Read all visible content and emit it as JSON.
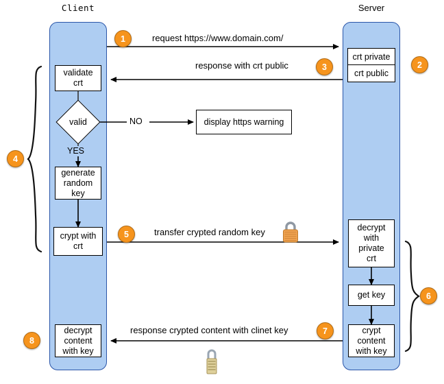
{
  "diagram": {
    "title": "HTTPS / TLS handshake sequence diagram",
    "colors": {
      "lifeline_fill": "#aecdf2",
      "lifeline_border": "#2a55a8",
      "badge_fill": "#f6941d",
      "box_fill": "#ffffff",
      "line": "#000000",
      "lock_body": "#eda04a",
      "lock_body_2": "#d9c88a",
      "lock_shackle": "#9aa3ad"
    }
  },
  "actors": [
    {
      "name": "client",
      "label": "Client",
      "font": "mono"
    },
    {
      "name": "server",
      "label": "Server",
      "font": "sans"
    }
  ],
  "client_steps": [
    {
      "name": "validate-crt",
      "label": "validate\ncrt"
    },
    {
      "name": "valid-decision",
      "label": "valid"
    },
    {
      "name": "generate-random-key",
      "label": "generate\nrandom\nkey"
    },
    {
      "name": "crypt-with-crt",
      "label": "crypt with\ncrt"
    },
    {
      "name": "decrypt-content-with-key",
      "label": "decrypt\ncontent\nwith key"
    }
  ],
  "server_steps": [
    {
      "name": "crt-private",
      "label": "crt private"
    },
    {
      "name": "crt-public",
      "label": "crt public"
    },
    {
      "name": "decrypt-with-private-crt",
      "label": "decrypt\nwith\nprivate\ncrt"
    },
    {
      "name": "get-key",
      "label": "get key"
    },
    {
      "name": "crypt-content-with-key",
      "label": "crypt\ncontent\nwith key"
    }
  ],
  "external_nodes": [
    {
      "name": "display-https-warning",
      "label": "display https warning"
    }
  ],
  "branch_labels": {
    "no": "NO",
    "yes": "YES"
  },
  "messages": [
    {
      "name": "message-request",
      "badge": "1",
      "label": "request https://www.domain.com/",
      "direction": "client-to-server"
    },
    {
      "name": "message-response-crt-public",
      "badge": "3",
      "label": "response with crt public",
      "direction": "server-to-client"
    },
    {
      "name": "message-transfer-key",
      "badge": "5",
      "label": "transfer crypted random key",
      "direction": "client-to-server",
      "icon": "padlock-icon"
    },
    {
      "name": "message-response-content",
      "badge": "7",
      "label": "response crypted content with clinet key",
      "direction": "server-to-client"
    }
  ],
  "badges": [
    {
      "name": "step-badge-1",
      "value": "1"
    },
    {
      "name": "step-badge-2",
      "value": "2"
    },
    {
      "name": "step-badge-3",
      "value": "3"
    },
    {
      "name": "step-badge-4",
      "value": "4"
    },
    {
      "name": "step-badge-5",
      "value": "5"
    },
    {
      "name": "step-badge-6",
      "value": "6"
    },
    {
      "name": "step-badge-7",
      "value": "7"
    },
    {
      "name": "step-badge-8",
      "value": "8"
    }
  ],
  "icons": [
    {
      "name": "padlock-icon-transfer",
      "type": "padlock-icon"
    },
    {
      "name": "padlock-icon-response",
      "type": "combination-padlock-icon"
    }
  ]
}
